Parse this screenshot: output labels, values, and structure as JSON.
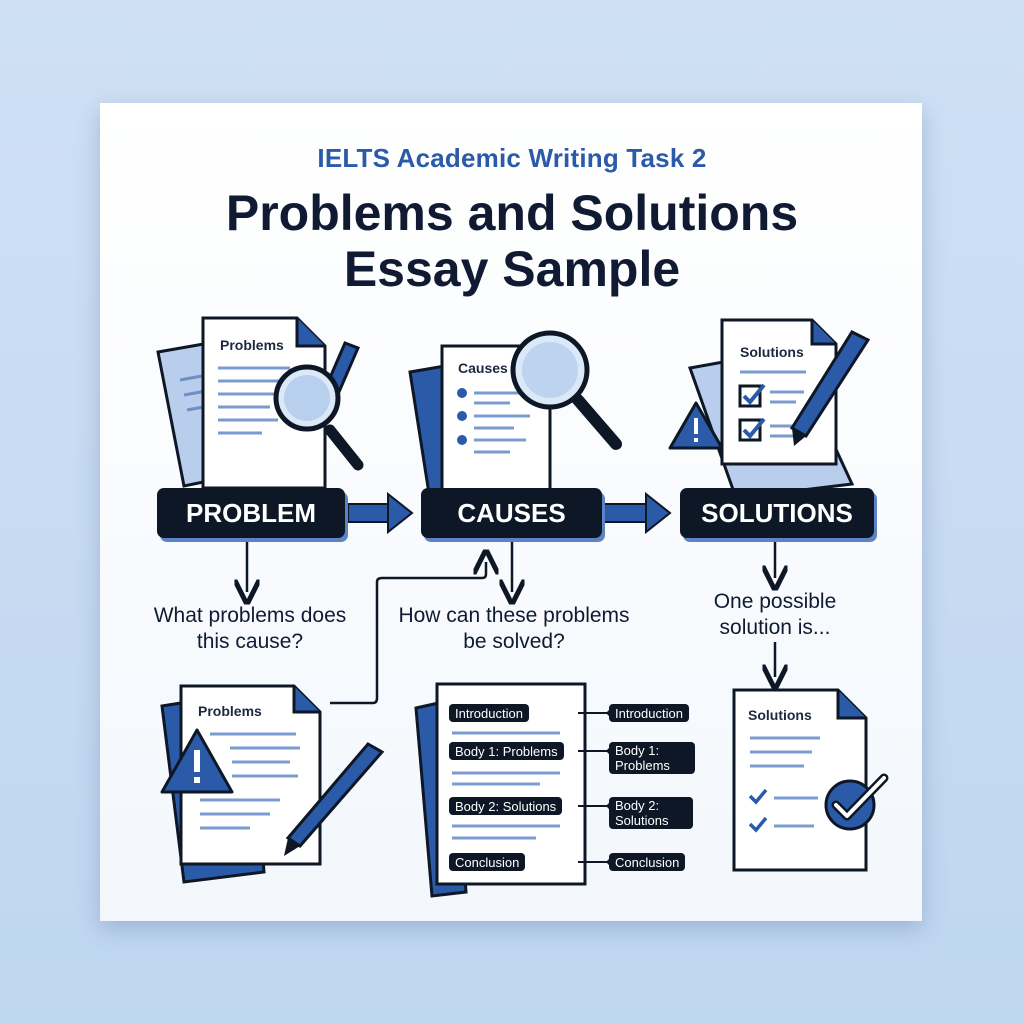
{
  "header": {
    "subtitle": "IELTS Academic Writing Task 2",
    "title_line1": "Problems and Solutions",
    "title_line2": "Essay Sample"
  },
  "steps": [
    {
      "label": "PROBLEM",
      "doc_label": "Problems",
      "question": "What problems does this cause?"
    },
    {
      "label": "CAUSES",
      "doc_label": "Causes",
      "question": "How can these problems be solved?"
    },
    {
      "label": "SOLUTIONS",
      "doc_label": "Solutions",
      "question": "One possible solution is..."
    }
  ],
  "bottom_docs": {
    "problems_label": "Problems",
    "solutions_label": "Solutions"
  },
  "outline_left": [
    "Introduction",
    "Body 1: Problems",
    "Body 2: Solutions",
    "Conclusion"
  ],
  "outline_right": [
    "Introduction",
    "Body 1: Problems",
    "Body 2: Solutions",
    "Conclusion"
  ],
  "colors": {
    "accent": "#2a5aa8",
    "dark": "#0d1726",
    "light_blue": "#b9cdec",
    "background": "#c6dbf2"
  },
  "icons": [
    "magnifier-icon",
    "pen-icon",
    "warning-icon",
    "checkbox-icon",
    "check-badge-icon",
    "arrow-right-icon"
  ]
}
